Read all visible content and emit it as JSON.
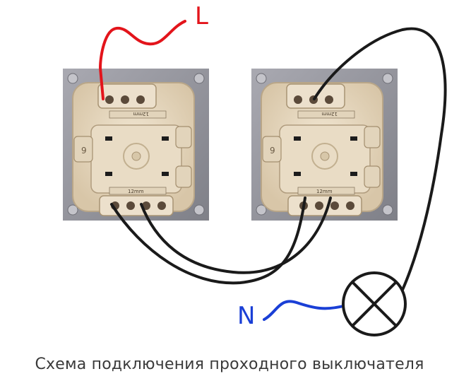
{
  "labels": {
    "line": "L",
    "neutral": "N"
  },
  "caption": "Схема подключения проходного выключателя",
  "switch_markings": {
    "strip_length": "12mm",
    "model_digit": "9"
  },
  "colors": {
    "phase_wire": "#e3141b",
    "neutral_wire": "#1a3fd6",
    "traveller_wire": "#1a1a1a",
    "switch_body": "#e6d7c0",
    "mounting_plate": "#9a9aa2"
  }
}
